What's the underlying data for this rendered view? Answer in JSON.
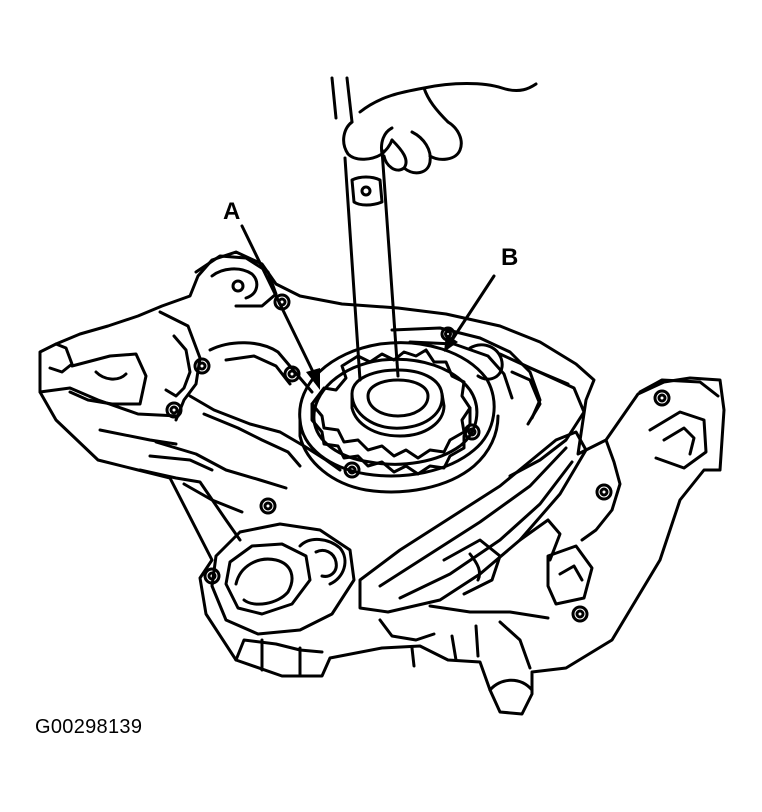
{
  "callouts": {
    "a": "A",
    "b": "B"
  },
  "figure_id": "G00298139",
  "colors": {
    "line": "#000000",
    "background": "#ffffff"
  }
}
